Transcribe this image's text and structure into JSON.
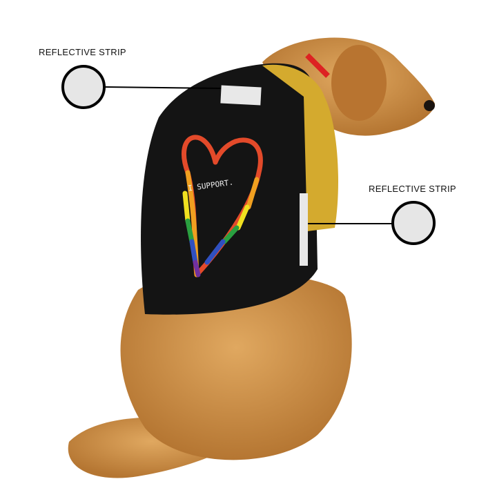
{
  "callouts": [
    {
      "label": "REFLECTIVE STRIP"
    },
    {
      "label": "REFLECTIVE STRIP"
    }
  ],
  "shirt": {
    "print_text": "I SUPPORT."
  },
  "colors": {
    "shirt": "#141414",
    "sleeve": "#d4aa2e",
    "fur": "#c98e45",
    "strip": "#e8e8e8"
  }
}
